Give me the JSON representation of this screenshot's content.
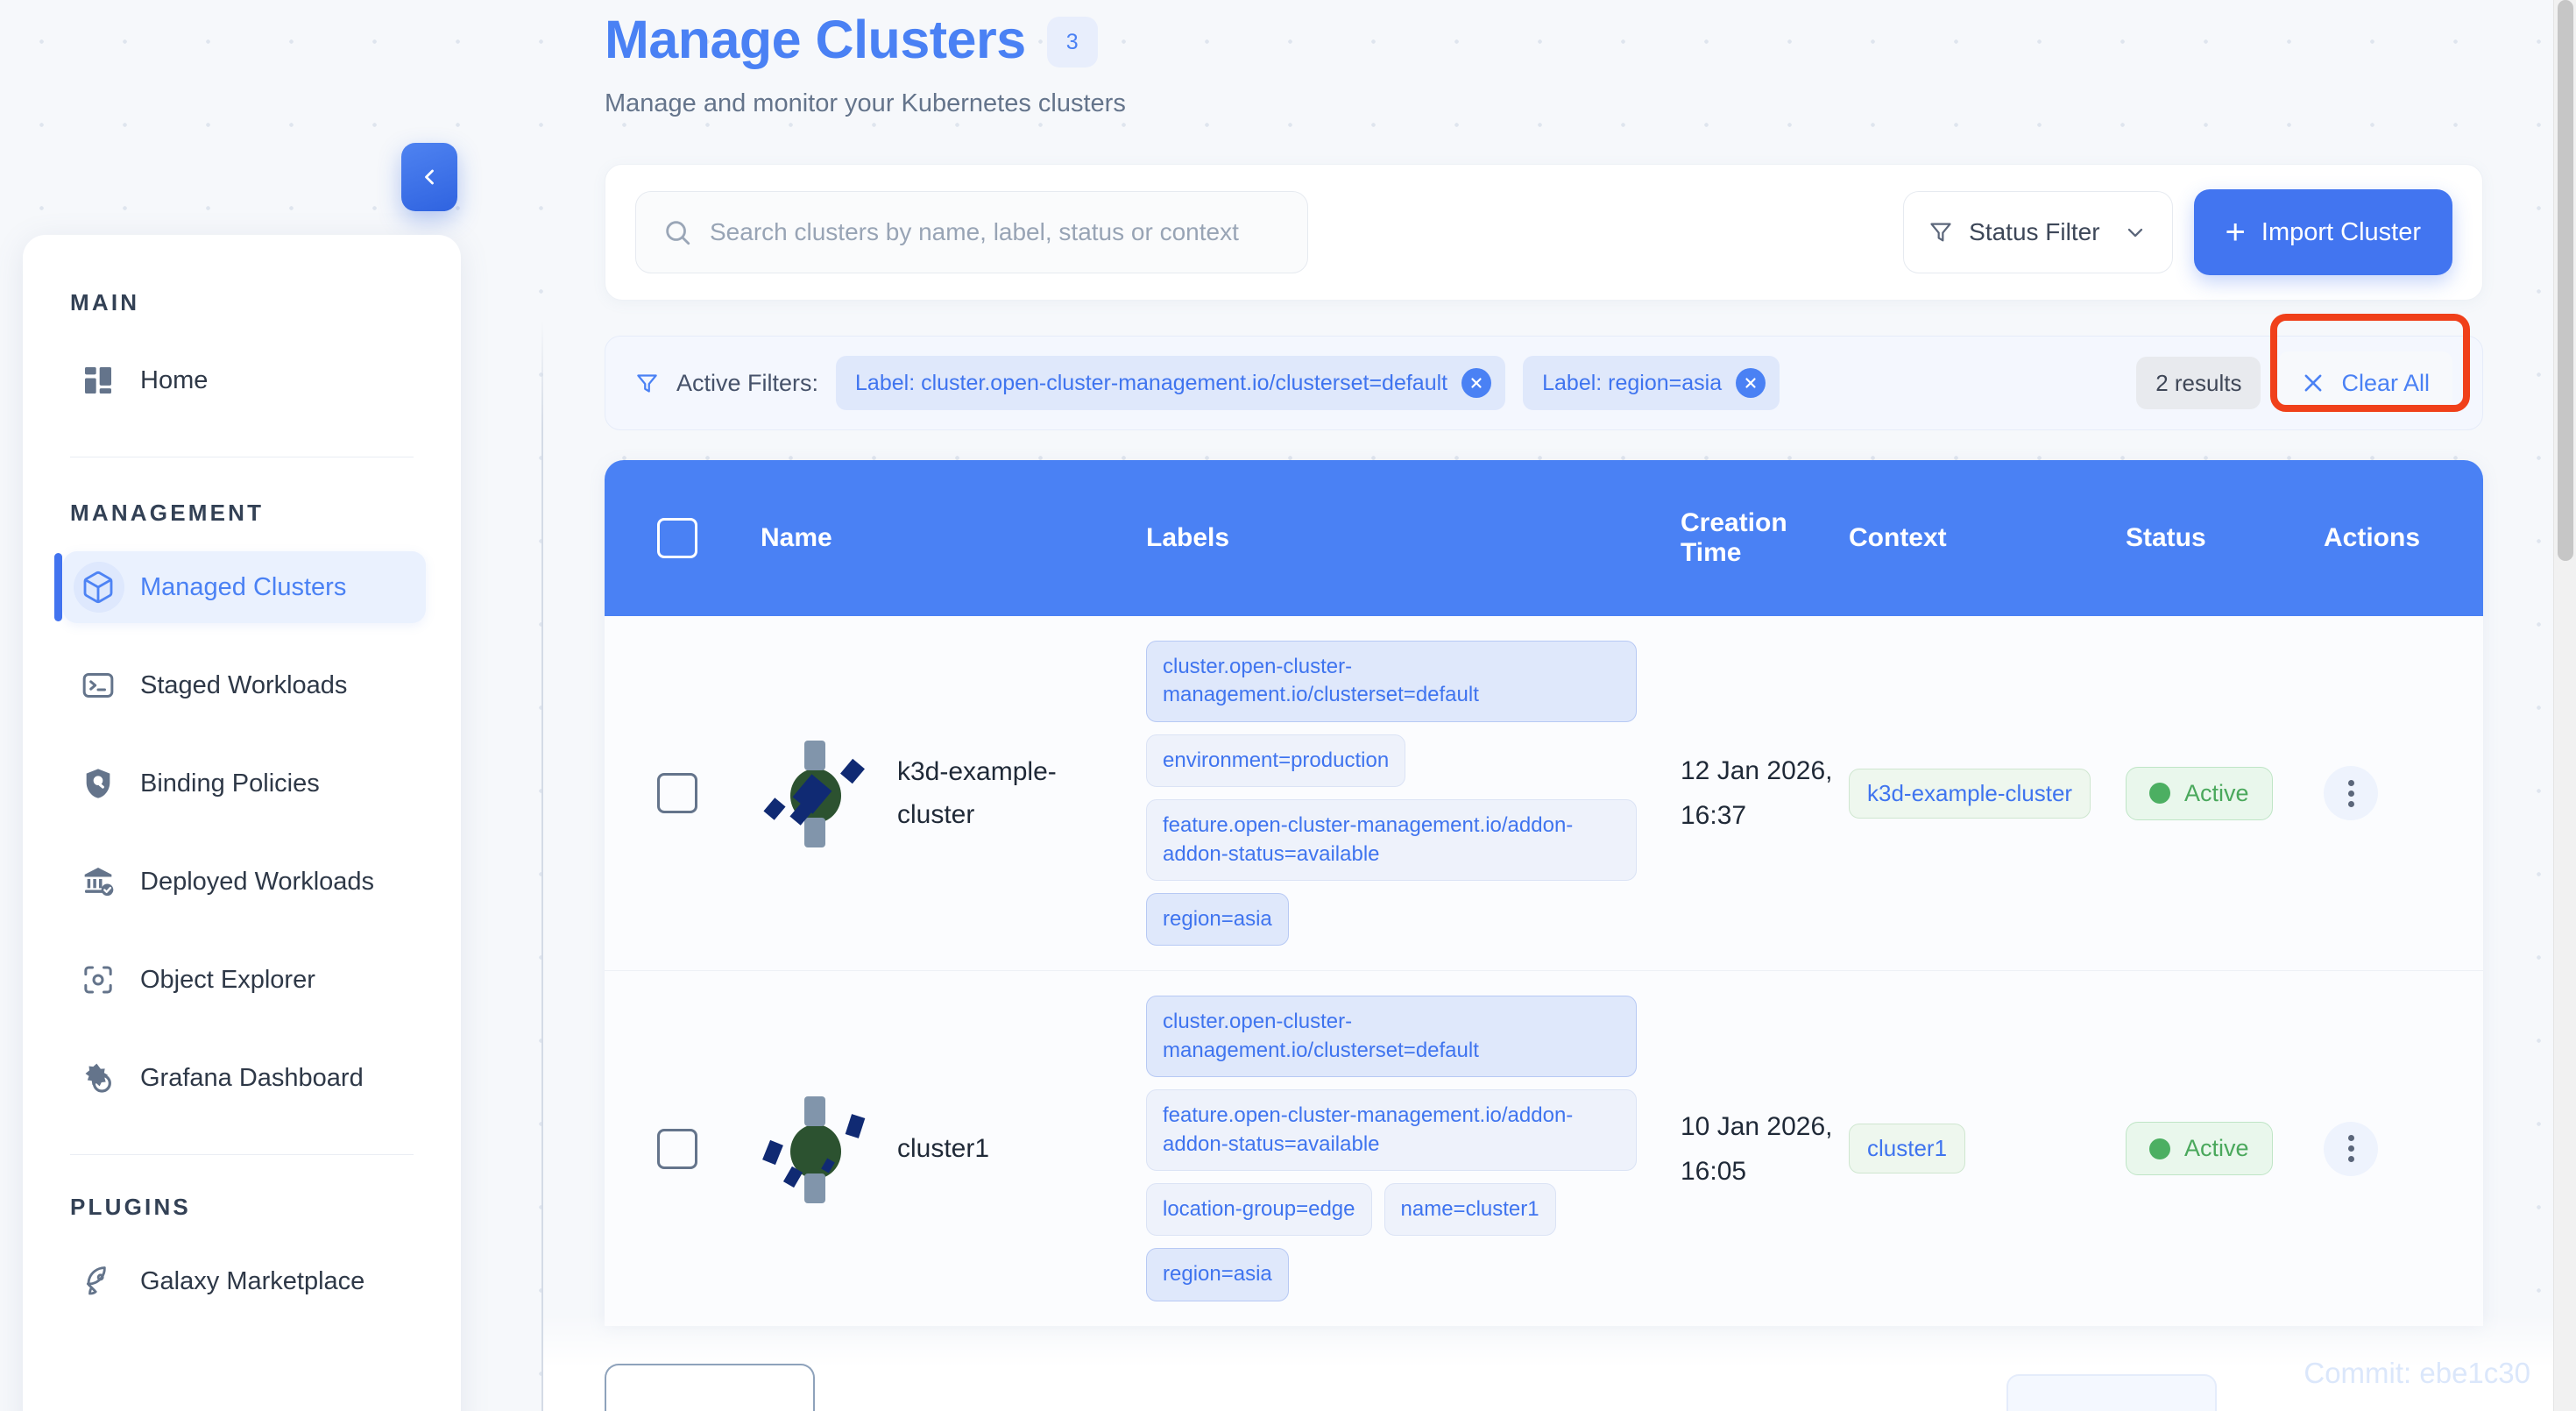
{
  "sidebar": {
    "collapse_icon": "chevron-left-icon",
    "sections": [
      {
        "title": "MAIN",
        "items": [
          {
            "label": "Home",
            "icon": "dashboard-grid-icon",
            "active": false
          }
        ]
      },
      {
        "title": "MANAGEMENT",
        "items": [
          {
            "label": "Managed Clusters",
            "icon": "cube-icon",
            "active": true
          },
          {
            "label": "Staged Workloads",
            "icon": "terminal-icon",
            "active": false
          },
          {
            "label": "Binding Policies",
            "icon": "shield-search-icon",
            "active": false
          },
          {
            "label": "Deployed Workloads",
            "icon": "bank-check-icon",
            "active": false
          },
          {
            "label": "Object Explorer",
            "icon": "focus-target-icon",
            "active": false
          },
          {
            "label": "Grafana Dashboard",
            "icon": "grafana-icon",
            "active": false
          }
        ]
      },
      {
        "title": "PLUGINS",
        "items": [
          {
            "label": "Galaxy Marketplace",
            "icon": "rocket-icon",
            "active": false
          }
        ]
      }
    ]
  },
  "header": {
    "title": "Manage Clusters",
    "badge_count": "3",
    "subtitle": "Manage and monitor your Kubernetes clusters"
  },
  "toolbar": {
    "search_placeholder": "Search clusters by name, label, status or context",
    "search_value": "",
    "search_icon": "search-icon",
    "status_filter_label": "Status Filter",
    "status_filter_icon": "funnel-icon",
    "status_filter_chevron": "chevron-down-icon",
    "import_label": "Import Cluster",
    "import_icon": "plus-icon"
  },
  "filters": {
    "icon": "funnel-icon",
    "label": "Active Filters:",
    "chips": [
      {
        "text": "Label: cluster.open-cluster-management.io/clusterset=default",
        "remove_icon": "close-circle-icon"
      },
      {
        "text": "Label: region=asia",
        "remove_icon": "close-circle-icon"
      }
    ],
    "results_text": "2 results",
    "clear_all_label": "Clear All",
    "clear_all_icon": "close-icon",
    "highlight_color": "#f0401a"
  },
  "table": {
    "columns": [
      "",
      "Name",
      "Labels",
      "Creation Time",
      "Context",
      "Status",
      "Actions"
    ],
    "header_bg": "#4a81f4",
    "rows": [
      {
        "name": "k3d-example-cluster",
        "labels": [
          {
            "text": "cluster.open-cluster-management.io/clusterset=default",
            "emphasis": "strong",
            "wide": true
          },
          {
            "text": "environment=production",
            "emphasis": "soft",
            "wide": false
          },
          {
            "text": "feature.open-cluster-management.io/addon-addon-status=available",
            "emphasis": "soft",
            "wide": true
          },
          {
            "text": "region=asia",
            "emphasis": "strong",
            "wide": false
          }
        ],
        "creation_time": "12 Jan 2026, 16:37",
        "context": "k3d-example-cluster",
        "status": "Active",
        "status_color": "#4caf62",
        "actions_icon": "kebab-menu-icon"
      },
      {
        "name": "cluster1",
        "labels": [
          {
            "text": "cluster.open-cluster-management.io/clusterset=default",
            "emphasis": "strong",
            "wide": true
          },
          {
            "text": "feature.open-cluster-management.io/addon-addon-status=available",
            "emphasis": "soft",
            "wide": true
          },
          {
            "text": "location-group=edge",
            "emphasis": "soft",
            "wide": false
          },
          {
            "text": "name=cluster1",
            "emphasis": "soft",
            "wide": false
          },
          {
            "text": "region=asia",
            "emphasis": "strong",
            "wide": false
          }
        ],
        "creation_time": "10 Jan 2026, 16:05",
        "context": "cluster1",
        "status": "Active",
        "status_color": "#4caf62",
        "actions_icon": "kebab-menu-icon"
      }
    ]
  },
  "footer": {
    "commit_text": "Commit: ebe1c30"
  }
}
